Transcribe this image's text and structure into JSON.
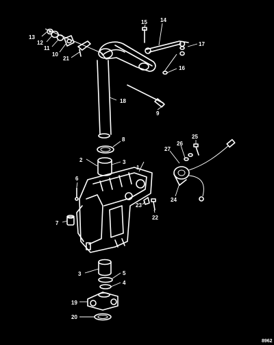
{
  "diagram": {
    "callouts": [
      {
        "id": "c1",
        "text": "1"
      },
      {
        "id": "c2",
        "text": "2"
      },
      {
        "id": "c3a",
        "text": "3"
      },
      {
        "id": "c3b",
        "text": "3"
      },
      {
        "id": "c4",
        "text": "4"
      },
      {
        "id": "c5",
        "text": "5"
      },
      {
        "id": "c6",
        "text": "6"
      },
      {
        "id": "c7",
        "text": "7"
      },
      {
        "id": "c8",
        "text": "8"
      },
      {
        "id": "c9",
        "text": "9"
      },
      {
        "id": "c10",
        "text": "10"
      },
      {
        "id": "c11",
        "text": "11"
      },
      {
        "id": "c12",
        "text": "12"
      },
      {
        "id": "c13",
        "text": "13"
      },
      {
        "id": "c14",
        "text": "14"
      },
      {
        "id": "c15",
        "text": "15"
      },
      {
        "id": "c16",
        "text": "16"
      },
      {
        "id": "c17",
        "text": "17"
      },
      {
        "id": "c18",
        "text": "18"
      },
      {
        "id": "c19",
        "text": "19"
      },
      {
        "id": "c20",
        "text": "20"
      },
      {
        "id": "c21",
        "text": "21"
      },
      {
        "id": "c22",
        "text": "22"
      },
      {
        "id": "c23",
        "text": "23"
      },
      {
        "id": "c24",
        "text": "24"
      },
      {
        "id": "c25",
        "text": "25"
      },
      {
        "id": "c26",
        "text": "26"
      },
      {
        "id": "c27",
        "text": "27"
      }
    ],
    "figure_code": "8962"
  }
}
